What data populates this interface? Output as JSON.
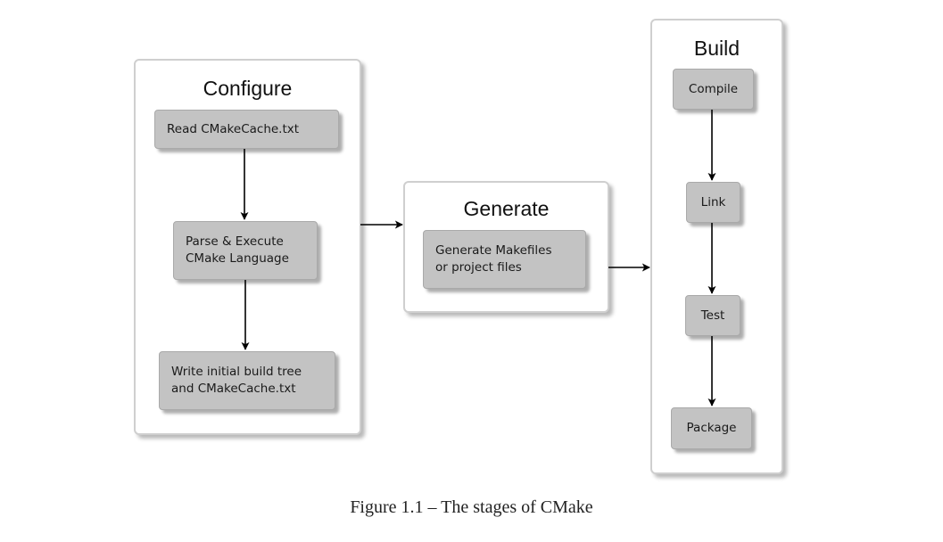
{
  "figure": {
    "caption": "Figure 1.1 – The stages of CMake"
  },
  "stages": {
    "configure": {
      "title": "Configure",
      "steps": [
        "Read CMakeCache.txt",
        "Parse & Execute\nCMake Language",
        "Write initial build tree\nand CMakeCache.txt"
      ]
    },
    "generate": {
      "title": "Generate",
      "steps": [
        "Generate Makefiles\nor project files"
      ]
    },
    "build": {
      "title": "Build",
      "steps": [
        "Compile",
        "Link",
        "Test",
        "Package"
      ]
    }
  },
  "colors": {
    "step_fill": "#c3c3c3",
    "panel_border": "#cfcfcf",
    "arrow": "#000000"
  }
}
